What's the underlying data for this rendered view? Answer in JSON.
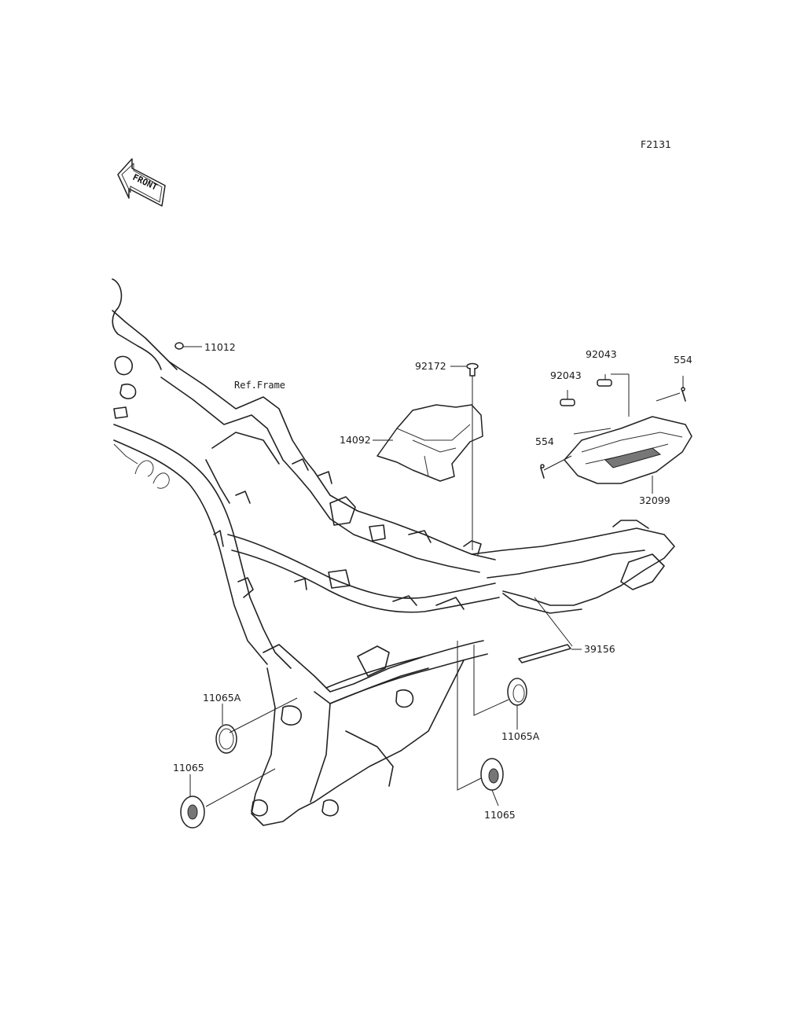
{
  "diagram_code": "F2131",
  "front_indicator": {
    "label": "FRONT",
    "icon": "front-arrow-icon"
  },
  "reference": {
    "label": "Ref.Frame"
  },
  "parts": [
    {
      "id": "p11012",
      "number": "11012"
    },
    {
      "id": "p92172",
      "number": "92172"
    },
    {
      "id": "p14092",
      "number": "14092"
    },
    {
      "id": "p92043a",
      "number": "92043"
    },
    {
      "id": "p92043b",
      "number": "92043"
    },
    {
      "id": "p554a",
      "number": "554"
    },
    {
      "id": "p554b",
      "number": "554"
    },
    {
      "id": "p32099",
      "number": "32099"
    },
    {
      "id": "p39156",
      "number": "39156"
    },
    {
      "id": "p11065Aa",
      "number": "11065A"
    },
    {
      "id": "p11065Ab",
      "number": "11065A"
    },
    {
      "id": "p11065a",
      "number": "11065"
    },
    {
      "id": "p11065b",
      "number": "11065"
    }
  ]
}
